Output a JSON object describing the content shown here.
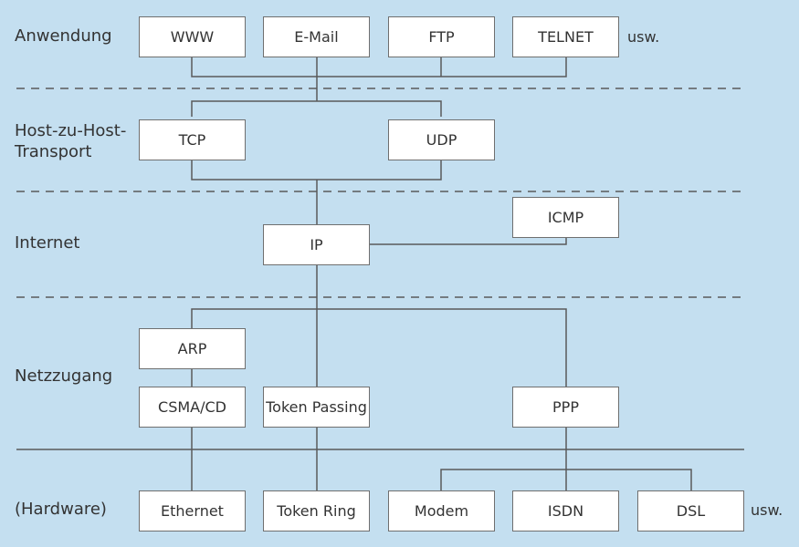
{
  "layers": {
    "application": "Anwendung",
    "transport_line1": "Host-zu-Host-",
    "transport_line2": "Transport",
    "internet": "Internet",
    "network_access": "Netzzugang",
    "hardware": "(Hardware)"
  },
  "boxes": {
    "www": "WWW",
    "email": "E-Mail",
    "ftp": "FTP",
    "telnet": "TELNET",
    "tcp": "TCP",
    "udp": "UDP",
    "icmp": "ICMP",
    "ip": "IP",
    "arp": "ARP",
    "csma_cd": "CSMA/CD",
    "token_passing": "Token Passing",
    "ppp": "PPP",
    "ethernet": "Ethernet",
    "token_ring": "Token Ring",
    "modem": "Modem",
    "isdn": "ISDN",
    "dsl": "DSL"
  },
  "etc": {
    "application": "usw.",
    "hardware": "usw."
  }
}
